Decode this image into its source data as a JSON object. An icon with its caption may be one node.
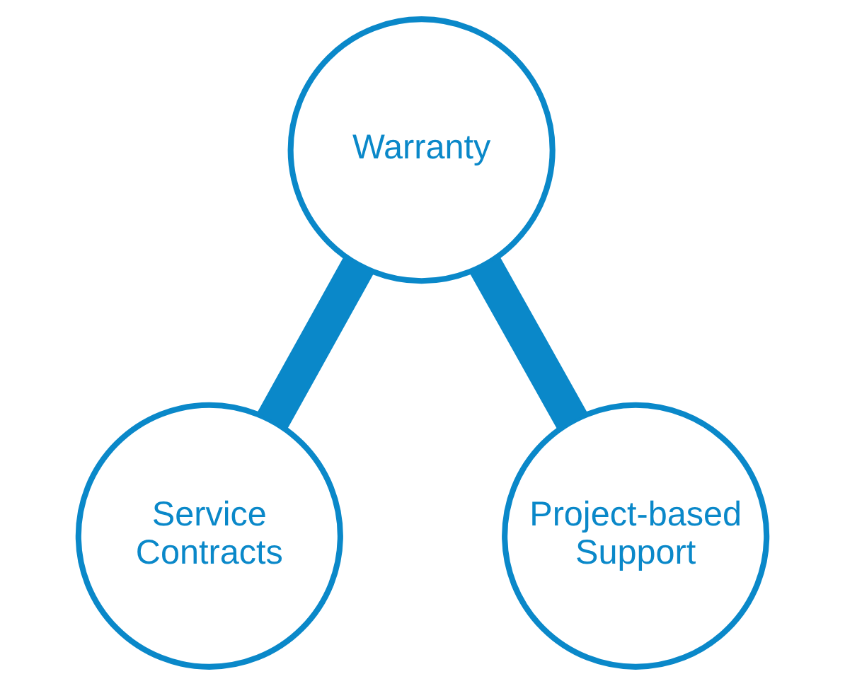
{
  "diagram": {
    "nodes": [
      {
        "text": [
          "Warranty"
        ]
      },
      {
        "text": [
          "Service Contracts"
        ]
      },
      {
        "text": [
          "Project-based Support"
        ]
      }
    ],
    "edges": [
      {
        "from": 0,
        "to": 1,
        "arrow": "none"
      },
      {
        "from": 0,
        "to": 2,
        "arrow": "none"
      }
    ]
  }
}
